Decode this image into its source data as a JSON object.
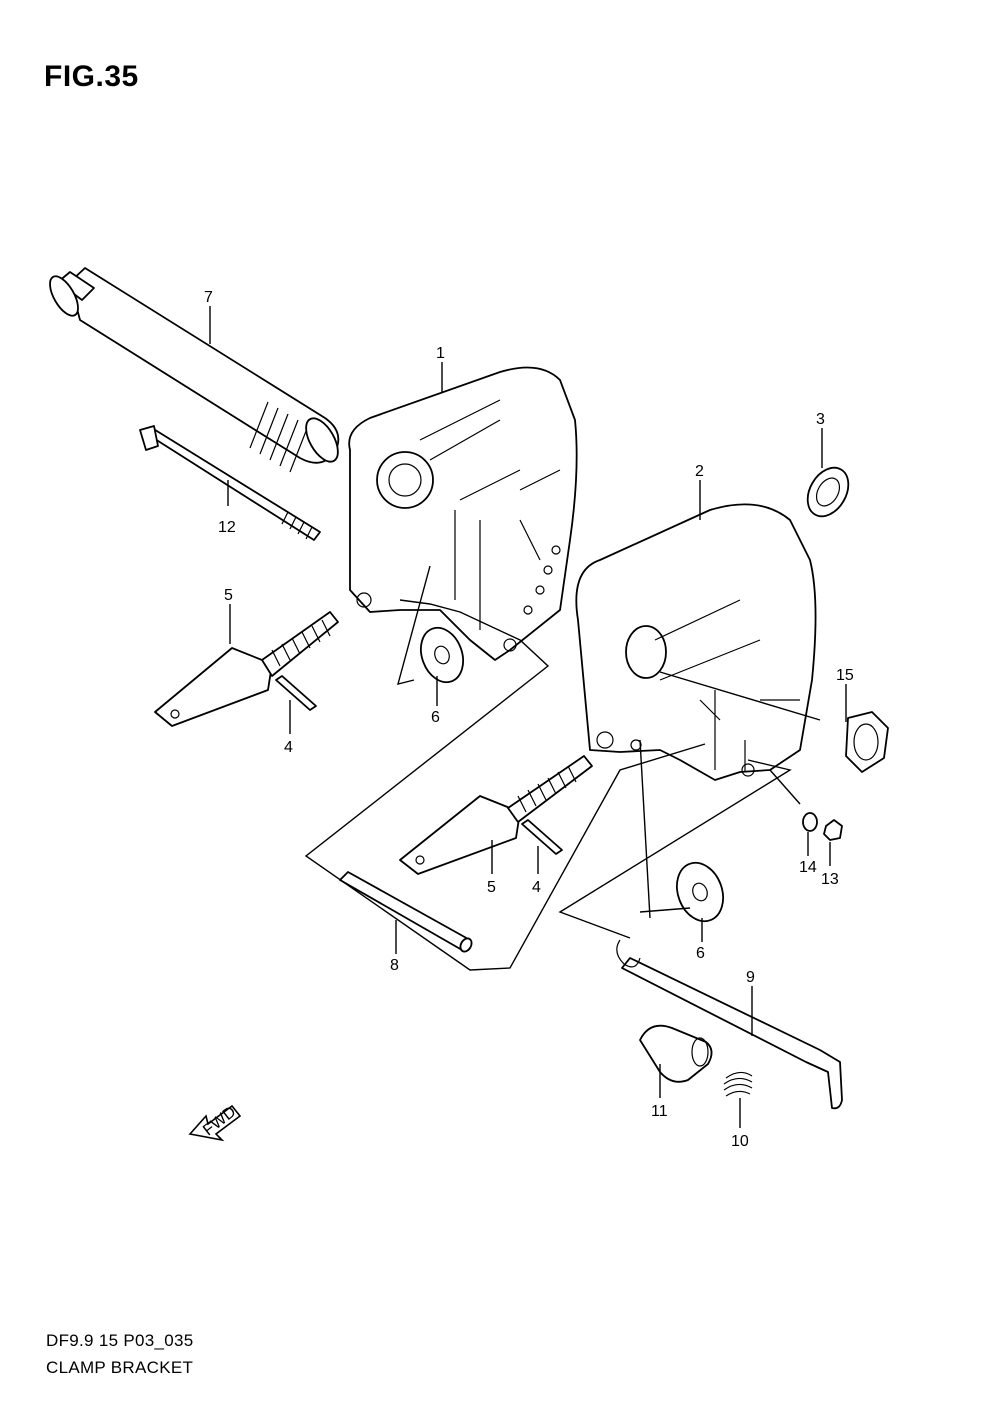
{
  "figure": {
    "title": "FIG.35",
    "code": "DF9.9 15 P03_035",
    "name": "CLAMP BRACKET",
    "fwd_label": "FWD"
  },
  "callouts": [
    {
      "id": "c1",
      "label": "1"
    },
    {
      "id": "c2",
      "label": "2"
    },
    {
      "id": "c3",
      "label": "3"
    },
    {
      "id": "c4a",
      "label": "4"
    },
    {
      "id": "c4b",
      "label": "4"
    },
    {
      "id": "c5a",
      "label": "5"
    },
    {
      "id": "c5b",
      "label": "5"
    },
    {
      "id": "c6a",
      "label": "6"
    },
    {
      "id": "c6b",
      "label": "6"
    },
    {
      "id": "c7",
      "label": "7"
    },
    {
      "id": "c8",
      "label": "8"
    },
    {
      "id": "c9",
      "label": "9"
    },
    {
      "id": "c10",
      "label": "10"
    },
    {
      "id": "c11",
      "label": "11"
    },
    {
      "id": "c12",
      "label": "12"
    },
    {
      "id": "c13",
      "label": "13"
    },
    {
      "id": "c14",
      "label": "14"
    },
    {
      "id": "c15",
      "label": "15"
    }
  ]
}
